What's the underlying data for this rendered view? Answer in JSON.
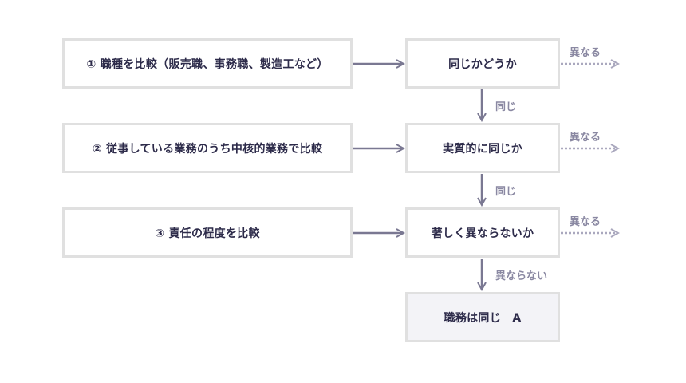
{
  "criteria": [
    {
      "label": "① 職種を比較（販売職、事務職、製造工など）"
    },
    {
      "label": "② 従事している業務のうち中核的業務で比較"
    },
    {
      "label": "③ 責任の程度を比較"
    }
  ],
  "checks": [
    {
      "label": "同じかどうか",
      "down_label": "同じ",
      "side_label": "異なる"
    },
    {
      "label": "実質的に同じか",
      "down_label": "同じ",
      "side_label": "異なる"
    },
    {
      "label": "著しく異ならないか",
      "down_label": "異ならない",
      "side_label": "異なる"
    }
  ],
  "result": {
    "label": "職務は同じ　A"
  },
  "colors": {
    "arrow": "#7a7892",
    "arrow_dashed": "#aaa8be",
    "text": "#2d2b4a",
    "label": "#8a88a2",
    "box_border": "#e0e0e0",
    "result_bg": "#f3f3f7"
  }
}
